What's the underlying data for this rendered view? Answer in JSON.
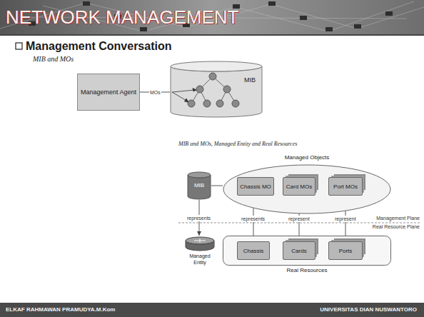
{
  "diagram": {
    "title": "NETWORK MANAGEMENT",
    "nodes": [
      {
        "text": [
          "Management Agent"
        ]
      },
      {
        "text": [
          "MIB"
        ]
      },
      {
        "text": [
          "Managed Objects"
        ]
      },
      {
        "text": [
          "Chassis MO"
        ],
        "in": 2
      },
      {
        "text": [
          "Card MOs"
        ],
        "in": 2
      },
      {
        "text": [
          "Port MOs"
        ],
        "in": 2
      },
      {
        "text": [
          "MIB"
        ]
      },
      {
        "text": [
          "Real Resources"
        ]
      },
      {
        "text": [
          "Chassis"
        ],
        "in": 7
      },
      {
        "text": [
          "Cards"
        ],
        "in": 7
      },
      {
        "text": [
          "Ports"
        ],
        "in": 7
      },
      {
        "text": [
          "Managed Entity"
        ]
      }
    ],
    "edges": [
      {
        "from": 0,
        "to": 1,
        "arrow": "none",
        "label": "MOs"
      },
      {
        "from": 6,
        "to": 2,
        "arrow": "none"
      },
      {
        "from": 6,
        "to": 11,
        "arrow": "to",
        "label": "represents"
      },
      {
        "from": 3,
        "to": 8,
        "arrow": "both",
        "label": "represents"
      },
      {
        "from": 4,
        "to": 9,
        "arrow": "both",
        "label": "represent"
      },
      {
        "from": 5,
        "to": 10,
        "arrow": "both",
        "label": "represent"
      }
    ],
    "labels": [
      "Management Conversation",
      "MIB and MOs",
      "MIB and MOs, Managed Entity and Real Resources",
      "Management Plane",
      "Real Resource Plane",
      "ELKAF RAHMAWAN PRAMUDYA.M.Kom",
      "UNIVERSITAS DIAN NUSWANTORO"
    ]
  }
}
